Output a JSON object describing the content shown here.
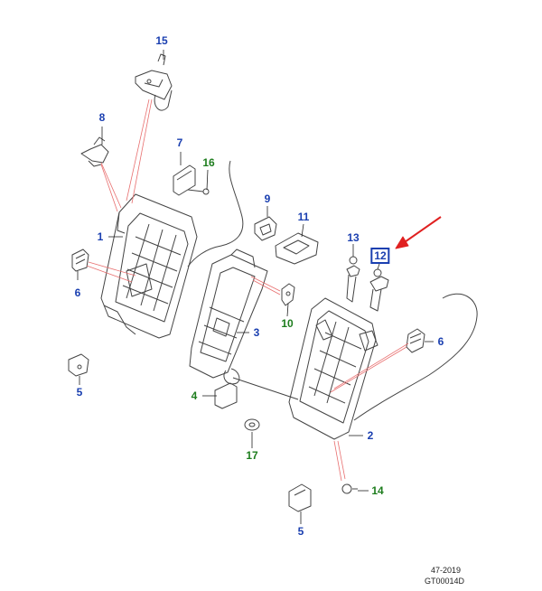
{
  "colors": {
    "part_number_blue": "#1a3fb0",
    "part_number_green": "#1e7d1e",
    "leader_red": "#e87070",
    "arrow_red": "#e02020",
    "linework": "#444444"
  },
  "callouts": [
    {
      "id": "c15",
      "text": "15",
      "color": "blue"
    },
    {
      "id": "c8",
      "text": "8",
      "color": "blue"
    },
    {
      "id": "c7",
      "text": "7",
      "color": "blue"
    },
    {
      "id": "c16",
      "text": "16",
      "color": "green"
    },
    {
      "id": "c9",
      "text": "9",
      "color": "blue"
    },
    {
      "id": "c11",
      "text": "11",
      "color": "blue"
    },
    {
      "id": "c13",
      "text": "13",
      "color": "blue"
    },
    {
      "id": "c12",
      "text": "12",
      "color": "blue",
      "highlighted": true
    },
    {
      "id": "c1",
      "text": "1",
      "color": "blue"
    },
    {
      "id": "c6a",
      "text": "6",
      "color": "blue"
    },
    {
      "id": "c10",
      "text": "10",
      "color": "green"
    },
    {
      "id": "c3",
      "text": "3",
      "color": "blue"
    },
    {
      "id": "c6b",
      "text": "6",
      "color": "blue"
    },
    {
      "id": "c5a",
      "text": "5",
      "color": "blue"
    },
    {
      "id": "c4",
      "text": "4",
      "color": "green"
    },
    {
      "id": "c2",
      "text": "2",
      "color": "blue"
    },
    {
      "id": "c17",
      "text": "17",
      "color": "green"
    },
    {
      "id": "c14",
      "text": "14",
      "color": "green"
    },
    {
      "id": "c5b",
      "text": "5",
      "color": "blue"
    }
  ],
  "footer": {
    "date_code": "47-2019",
    "drawing_id": "GT00014D"
  }
}
